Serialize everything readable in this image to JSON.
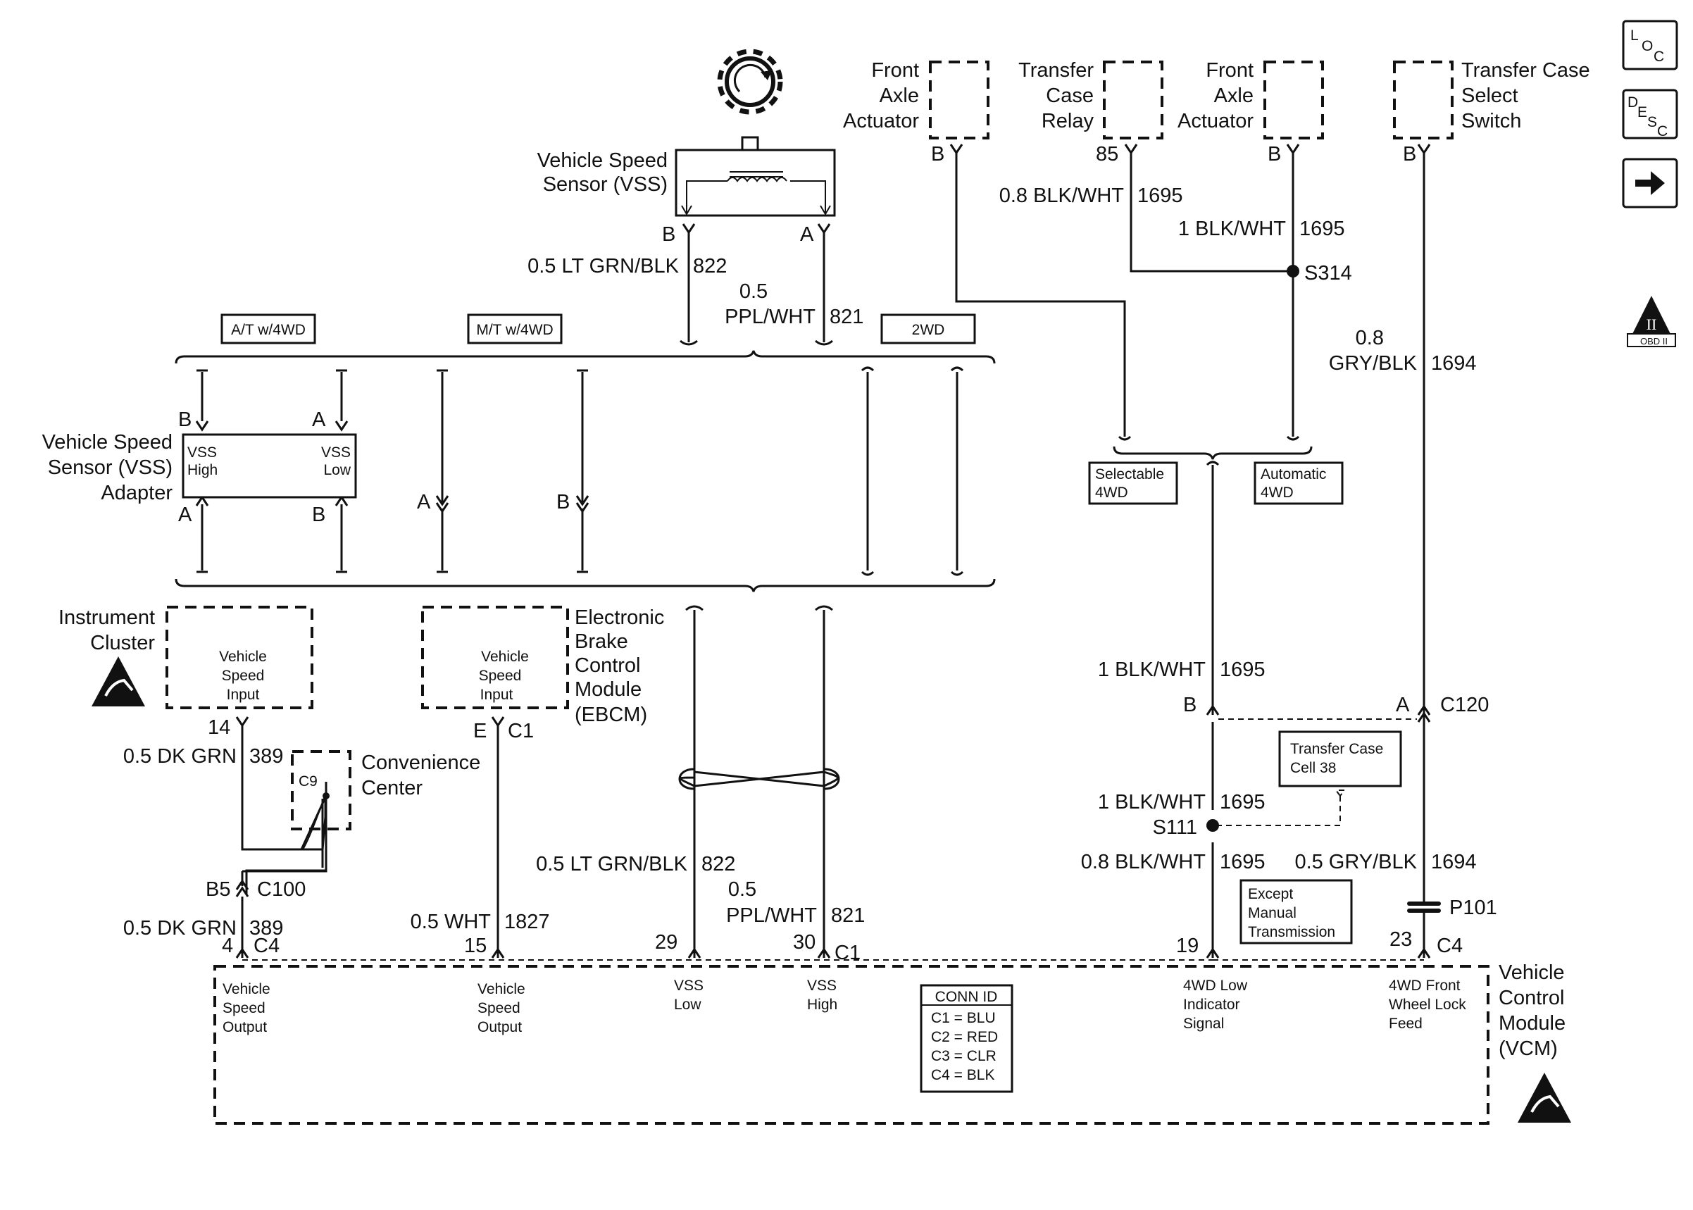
{
  "side_icons": {
    "loc": [
      "L",
      "O",
      "C"
    ],
    "desc": [
      "D",
      "E",
      "S",
      "C"
    ],
    "obd": "OBD II",
    "obd_numeral": "II"
  },
  "vss": {
    "name": [
      "Vehicle Speed",
      "Sensor (VSS)"
    ],
    "pin_b": "B",
    "pin_a": "A",
    "wire_b": [
      "0.5 LT GRN/BLK",
      "822"
    ],
    "wire_a": [
      "0.5",
      "PPL/WHT",
      "821"
    ]
  },
  "options": {
    "at4wd": "A/T w/4WD",
    "mt4wd": "M/T w/4WD",
    "twowd": "2WD",
    "selectable": [
      "Selectable",
      "4WD"
    ],
    "automatic": [
      "Automatic",
      "4WD"
    ]
  },
  "adapter": {
    "name": [
      "Vehicle Speed",
      "Sensor (VSS)",
      "Adapter"
    ],
    "vss_high": [
      "VSS",
      "High"
    ],
    "vss_low": [
      "VSS",
      "Low"
    ],
    "pins": [
      "B",
      "A",
      "A",
      "B"
    ],
    "mt_pins": [
      "A",
      "B"
    ]
  },
  "front_axle_left": {
    "name": [
      "Front",
      "Axle",
      "Actuator"
    ],
    "pin": "B"
  },
  "transfer_relay": {
    "name": [
      "Transfer",
      "Case",
      "Relay"
    ],
    "pin": "85",
    "wire": [
      "0.8 BLK/WHT",
      "1695"
    ]
  },
  "front_axle_right": {
    "name": [
      "Front",
      "Axle",
      "Actuator"
    ],
    "pin": "B",
    "wire": [
      "1 BLK/WHT",
      "1695"
    ]
  },
  "splice_s314": "S314",
  "transfer_switch": {
    "name": [
      "Transfer Case",
      "Select",
      "Switch"
    ],
    "pin": "B",
    "wire": [
      "0.8",
      "GRY/BLK",
      "1694"
    ]
  },
  "instrument_cluster": {
    "name": [
      "Instrument",
      "Cluster"
    ],
    "input": [
      "Vehicle",
      "Speed",
      "Input"
    ],
    "pin": "14",
    "wire": [
      "0.5 DK GRN",
      "389"
    ]
  },
  "convenience_center": {
    "name": [
      "Convenience",
      "Center"
    ],
    "label": "C9"
  },
  "c100": {
    "pin": "B5",
    "conn": "C100",
    "wire": [
      "0.5 DK GRN",
      "389"
    ]
  },
  "ebcm": {
    "name": [
      "Electronic",
      "Brake",
      "Control",
      "Module",
      "(EBCM)"
    ],
    "input": [
      "Vehicle",
      "Speed",
      "Input"
    ],
    "pin": "E",
    "conn": "C1",
    "wire": [
      "0.5 WHT",
      "1827"
    ]
  },
  "twisted": {
    "wire_low": [
      "0.5 LT GRN/BLK",
      "822"
    ],
    "wire_high": [
      "0.5",
      "PPL/WHT",
      "821"
    ]
  },
  "right_side": {
    "wire_top": [
      "1 BLK/WHT",
      "1695"
    ],
    "c120": {
      "pin_b": "B",
      "pin_a": "A",
      "conn": "C120"
    },
    "cell": [
      "Transfer Case",
      "Cell 38"
    ],
    "wire_s111": [
      "1 BLK/WHT",
      "1695"
    ],
    "splice_s111": "S111",
    "wire_bottom": [
      "0.8 BLK/WHT",
      "1695"
    ],
    "wire_gry": [
      "0.5 GRY/BLK",
      "1694"
    ],
    "p101": "P101",
    "except": [
      "Except",
      "Manual",
      "Transmission"
    ]
  },
  "vcm": {
    "name": [
      "Vehicle",
      "Control",
      "Module",
      "(VCM)"
    ],
    "pins": {
      "p4": "4",
      "c4a": "C4",
      "p15": "15",
      "p29": "29",
      "p30": "30",
      "c1": "C1",
      "p19": "19",
      "p23": "23",
      "c4b": "C4"
    },
    "labels": {
      "vso1": [
        "Vehicle",
        "Speed",
        "Output"
      ],
      "vso2": [
        "Vehicle",
        "Speed",
        "Output"
      ],
      "vsslow": [
        "VSS",
        "Low"
      ],
      "vsshigh": [
        "VSS",
        "High"
      ],
      "low4wd": [
        "4WD Low",
        "Indicator",
        "Signal"
      ],
      "front4wd": [
        "4WD Front",
        "Wheel Lock",
        "Feed"
      ]
    },
    "conn_id": [
      "CONN ID",
      "C1 = BLU",
      "C2 = RED",
      "C3 = CLR",
      "C4 = BLK"
    ]
  }
}
